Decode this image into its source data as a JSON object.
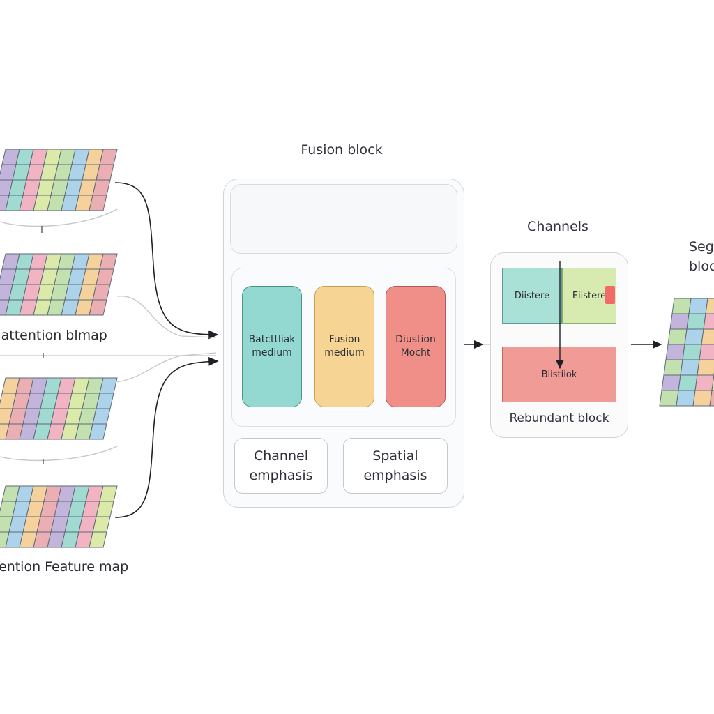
{
  "fusion": {
    "title": "Fusion block",
    "mediums": [
      {
        "label": "Batcttliak\nmedium",
        "color": "#94d8d2"
      },
      {
        "label": "Fusion\nmedium",
        "color": "#f5d494"
      },
      {
        "label": "Diustion\nMocht",
        "color": "#ef8f87"
      }
    ],
    "emphasis": [
      {
        "label": "Channel\nemphasis"
      },
      {
        "label": "Spatial\nemphasis"
      }
    ],
    "cube_colors": [
      "#4fb8cf",
      "#f2b23f",
      "#d8445f"
    ]
  },
  "channels": {
    "title": "Channels",
    "left_label": "Diistere",
    "right_label": "Eiistere",
    "bottom_label": "Biistiiok",
    "footer": "Rebundant block"
  },
  "segmentation": {
    "title_line1": "Seg",
    "title_line2": "bloc"
  },
  "feature_maps": {
    "label_upper": "Jattention blmap",
    "label_lower": "ention Feature map"
  },
  "palette": [
    "#b9a7d6",
    "#8fd3c9",
    "#f3c98a",
    "#e7a1a6",
    "#b8dca0",
    "#9fcbe6",
    "#f0a7b9",
    "#d5e59a"
  ]
}
